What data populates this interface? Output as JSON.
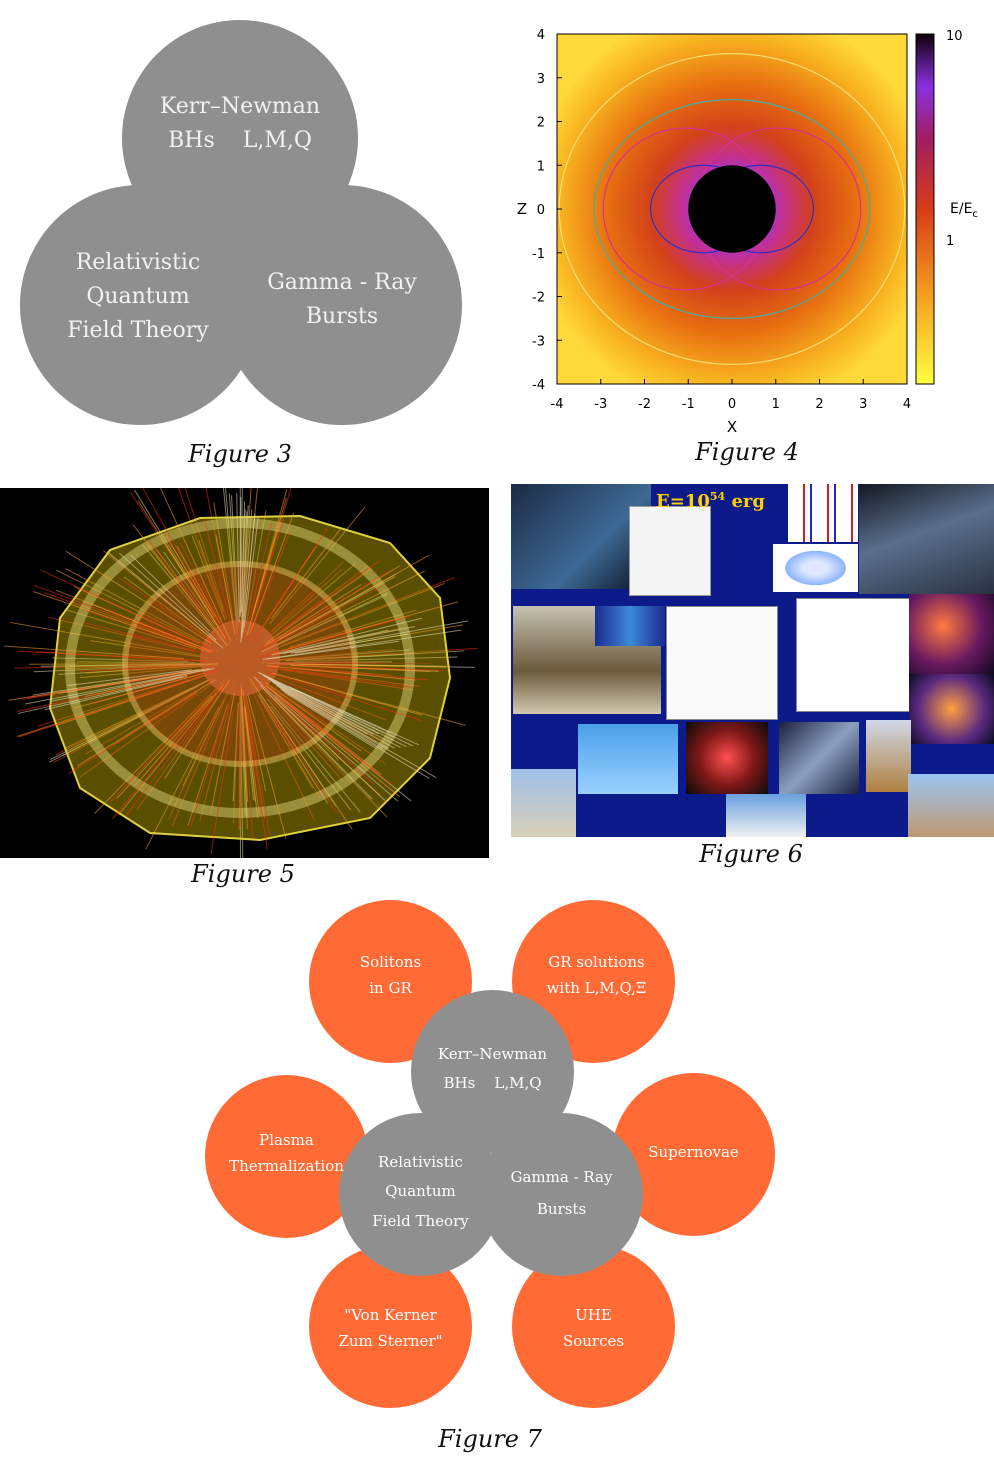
{
  "figure3": {
    "caption": "Figure 3",
    "circles": [
      {
        "line1": "Kerr–Newman",
        "line2": "BHs    L,M,Q"
      },
      {
        "line1": "Relativistic",
        "line2": "Quantum",
        "line3": "Field Theory"
      },
      {
        "line1": "Gamma - Ray",
        "line2": "Bursts"
      }
    ]
  },
  "figure4": {
    "caption": "Figure 4",
    "chart_data": {
      "type": "heatmap",
      "title": "",
      "xlabel": "X",
      "ylabel": "Z",
      "xlim": [
        -4,
        4
      ],
      "ylim": [
        -4,
        4
      ],
      "xticks": [
        "-4",
        "-3",
        "-2",
        "-1",
        "0",
        "1",
        "2",
        "3",
        "4"
      ],
      "yticks": [
        "4",
        "3",
        "2",
        "1",
        "0",
        "-1",
        "-2",
        "-3",
        "-4"
      ],
      "colorbar": {
        "label_main": "E/E",
        "label_sub": "c",
        "ticks": [
          "10",
          "1"
        ],
        "scale": "log"
      },
      "colors": {
        "low": "#ffee33",
        "mid": "#c8301a",
        "high": "#8a2be2",
        "max": "#1a0000"
      }
    }
  },
  "figure5": {
    "caption": "Figure 5"
  },
  "figure6": {
    "caption": "Figure 6",
    "banner_main": "E=10",
    "banner_sup": "54",
    "banner_unit": " erg"
  },
  "figure7": {
    "caption": "Figure 7",
    "outer": [
      {
        "line1": "Solitons",
        "line2": "in GR"
      },
      {
        "line1": "GR solutions",
        "line2": "with L,M,Q,Ξ"
      },
      {
        "line1": "Plasma",
        "line2": "Thermalization"
      },
      {
        "line1": "Supernovae",
        "line2": ""
      },
      {
        "line1": "\"Von Kerner",
        "line2": "Zum Sterner\""
      },
      {
        "line1": "UHE",
        "line2": "Sources"
      }
    ],
    "inner": [
      {
        "line1": "Kerr–Newman",
        "line2": "BHs    L,M,Q"
      },
      {
        "line1": "Relativistic",
        "line2": "Quantum",
        "line3": "Field Theory"
      },
      {
        "line1": "Gamma - Ray",
        "line2": "Bursts"
      }
    ]
  }
}
